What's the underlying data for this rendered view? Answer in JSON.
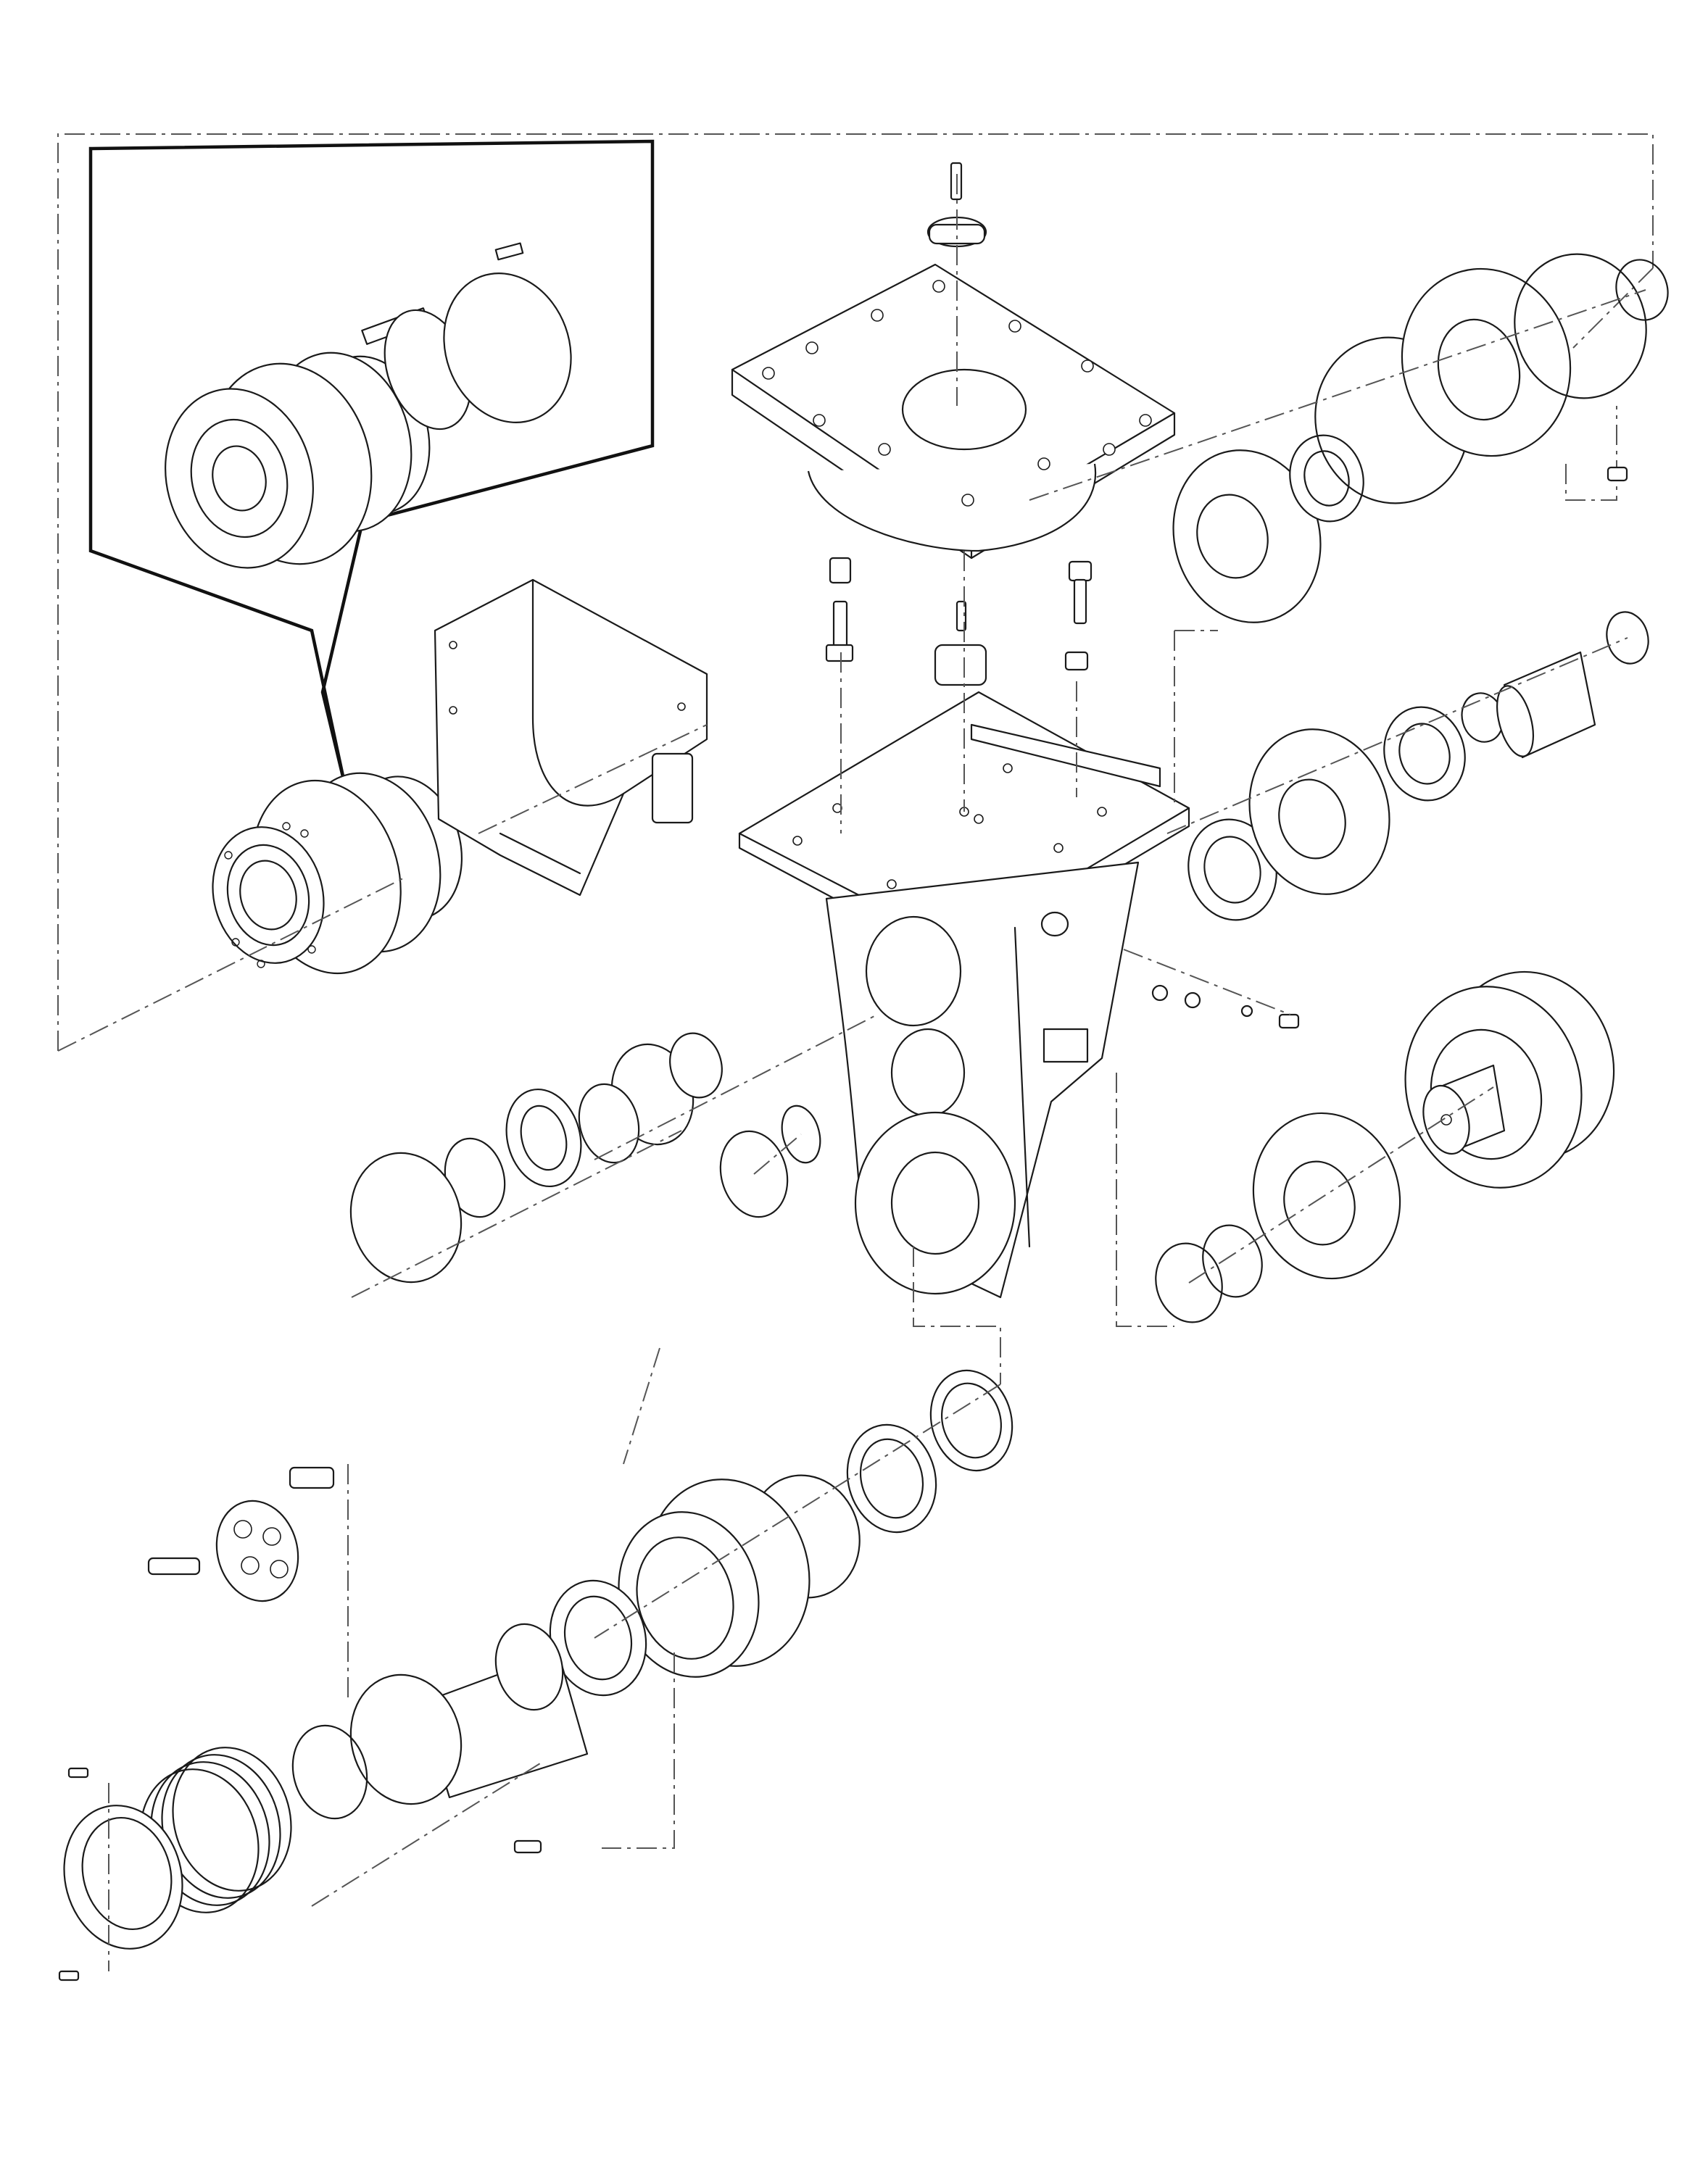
{
  "colors": {
    "line": "#1a1a1a",
    "background": "#ffffff"
  },
  "parts": [
    "detail-inset-motor",
    "hydraulic-motor",
    "gear-guard",
    "mounting-plate",
    "axle-housing",
    "drive-shaft",
    "planetary-hub",
    "bearing",
    "seal-ring",
    "retaining-ring",
    "cover-plate",
    "planet-carrier",
    "wheel-hub",
    "brake-disc-pack",
    "end-cover",
    "bolt",
    "nut"
  ]
}
